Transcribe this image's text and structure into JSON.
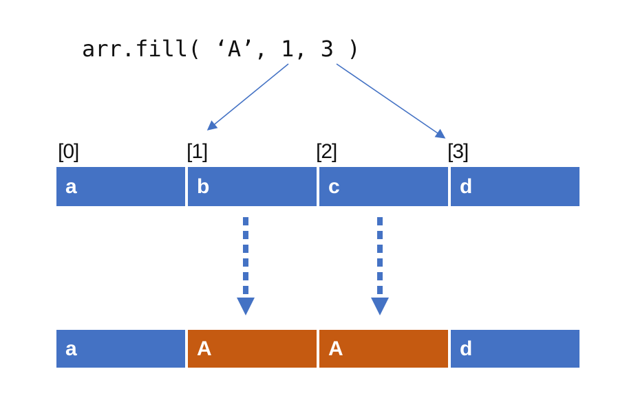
{
  "diagram": {
    "code_text": "arr.fill( ‘A’, 1, 3 )",
    "index_labels": [
      "[0]",
      "[1]",
      "[2]",
      "[3]"
    ],
    "array_before": {
      "cells": [
        {
          "value": "a",
          "color": "#4472C4"
        },
        {
          "value": "b",
          "color": "#4472C4"
        },
        {
          "value": "c",
          "color": "#4472C4"
        },
        {
          "value": "d",
          "color": "#4472C4"
        }
      ]
    },
    "array_after": {
      "cells": [
        {
          "value": "a",
          "color": "#4472C4"
        },
        {
          "value": "A",
          "color": "#C55A11"
        },
        {
          "value": "A",
          "color": "#C55A11"
        },
        {
          "value": "d",
          "color": "#4472C4"
        }
      ]
    },
    "colors": {
      "cell_blue": "#4472C4",
      "cell_orange": "#C55A11",
      "arrow_blue": "#4472C4",
      "text_black": "#111111",
      "cell_text_white": "#ffffff",
      "background": "#ffffff"
    }
  }
}
